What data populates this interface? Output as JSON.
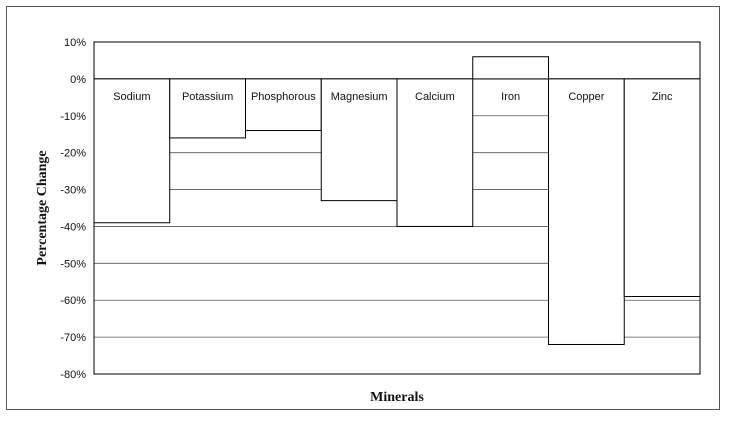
{
  "chart_data": {
    "type": "bar",
    "title": "",
    "xlabel": "Minerals",
    "ylabel": "Percentage Change",
    "categories": [
      "Sodium",
      "Potassium",
      "Phosphorous",
      "Magnesium",
      "Calcium",
      "Iron",
      "Copper",
      "Zinc"
    ],
    "values": [
      -39,
      -16,
      -14,
      -33,
      -40,
      6,
      -72,
      -59
    ],
    "ylim": [
      -80,
      10
    ],
    "yticks": [
      10,
      0,
      -10,
      -20,
      -30,
      -40,
      -50,
      -60,
      -70,
      -80
    ],
    "ytick_labels": [
      "10%",
      "0%",
      "-10%",
      "-20%",
      "-30%",
      "-40%",
      "-50%",
      "-60%",
      "-70%",
      "-80%"
    ],
    "grid": true,
    "legend": "none",
    "colors": {
      "bar_fill": "#ffffff",
      "bar_stroke": "#000000",
      "grid": "#555555"
    }
  }
}
